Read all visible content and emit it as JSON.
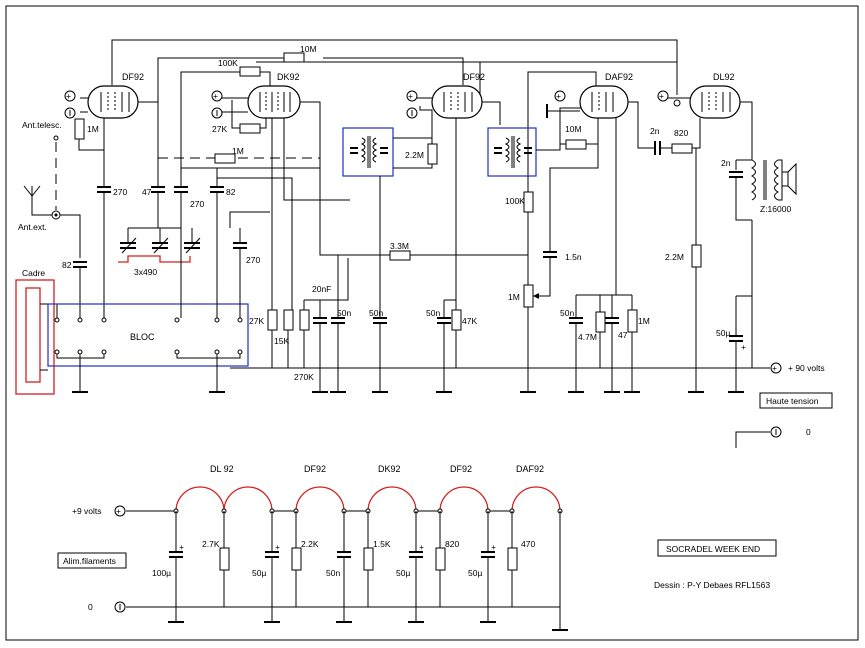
{
  "tubes": {
    "t1": "DF92",
    "t2": "DK92",
    "t3": "DF92",
    "t4": "DAF92",
    "t5": "DL92"
  },
  "labels": {
    "r_10M": "10M",
    "r_100K": "100K",
    "r_27K_osc": "27K",
    "r_1M_grid": "1M",
    "r_1M_mid": "1M",
    "ant_telesc": "Ant.telesc.",
    "ant_ext": "Ant.ext.",
    "c_270_a": "270",
    "c_47": "47",
    "c_270_b": "270",
    "c_82_a": "82",
    "c_82_b": "82",
    "c_270_c": "270",
    "cv_3x490": "3x490",
    "cadre": "Cadre",
    "bloc": "BLOC",
    "r_2_2M_a": "2.2M",
    "r_3_3M": "3.3M",
    "c_20nF": "20nF",
    "c_50n_a": "50n",
    "c_50n_b": "50n",
    "c_50n_c": "50n",
    "c_50n_d": "50n",
    "r_27K_b": "27K",
    "r_15K": "15K",
    "r_270K": "270K",
    "r_47K": "47K",
    "r_100K_b": "100K",
    "pot_1M": "1M",
    "c_1_5n": "1.5n",
    "r_10M_b": "10M",
    "r_4_7M": "4.7M",
    "c_47_b": "47",
    "r_1M_c": "1M",
    "c_2n_a": "2n",
    "r_820": "820",
    "c_2n_b": "2n",
    "r_2_2M_b": "2.2M",
    "z_16000": "Z:16000",
    "c_50u": "50µ",
    "plus_90v": "+ 90 volts",
    "haute_tension": "Haute tension",
    "zero_ht": "0",
    "f_dl92": "DL 92",
    "f_df92_a": "DF92",
    "f_dk92": "DK92",
    "f_df92_b": "DF92",
    "f_daf92": "DAF92",
    "plus_9v": "+9 volts",
    "alim_filaments": "Alim.filaments",
    "zero_f": "0",
    "f_100u": "100µ",
    "f_2_7K": "2.7K",
    "f_50u_a": "50µ",
    "f_2_2K": "2.2K",
    "f_50n": "50n",
    "f_1_5K": "1.5K",
    "f_50u_b": "50µ",
    "f_820": "820",
    "f_50u_c": "50µ",
    "f_470": "470",
    "title_box": "SOCRADEL WEEK END",
    "author": "Dessin : P-Y Debaes RFL1563"
  }
}
